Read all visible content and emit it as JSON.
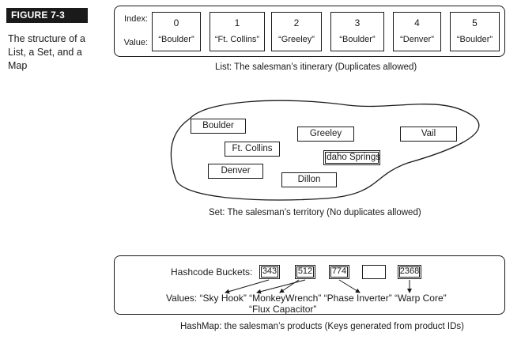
{
  "figure": {
    "tag": "FIGURE 7-3",
    "caption": "The structure of a List, a Set, and a Map"
  },
  "list": {
    "index_label": "Index:",
    "value_label": "Value:",
    "cells": [
      {
        "index": "0",
        "value": "“Boulder”"
      },
      {
        "index": "1",
        "value": "“Ft. Collins”"
      },
      {
        "index": "2",
        "value": "“Greeley”"
      },
      {
        "index": "3",
        "value": "“Boulder”"
      },
      {
        "index": "4",
        "value": "“Denver”"
      },
      {
        "index": "5",
        "value": "“Boulder”"
      }
    ],
    "caption": "List: The salesman’s itinerary (Duplicates allowed)"
  },
  "set": {
    "items": [
      "Boulder",
      "Greeley",
      "Vail",
      "Ft. Collins",
      "Idaho Springs",
      "Denver",
      "Dillon"
    ],
    "caption": "Set: The salesman’s territory (No duplicates allowed)"
  },
  "hashmap": {
    "buckets_label": "Hashcode Buckets:",
    "buckets": [
      "343",
      "512",
      "774",
      "",
      "2368"
    ],
    "values_label": "Values:",
    "values": [
      "“Sky Hook”",
      "“MonkeyWrench”",
      "“Phase Inverter”",
      "“Warp Core”",
      "“Flux Capacitor”"
    ],
    "caption": "HashMap: the salesman’s products (Keys generated from product IDs)"
  }
}
